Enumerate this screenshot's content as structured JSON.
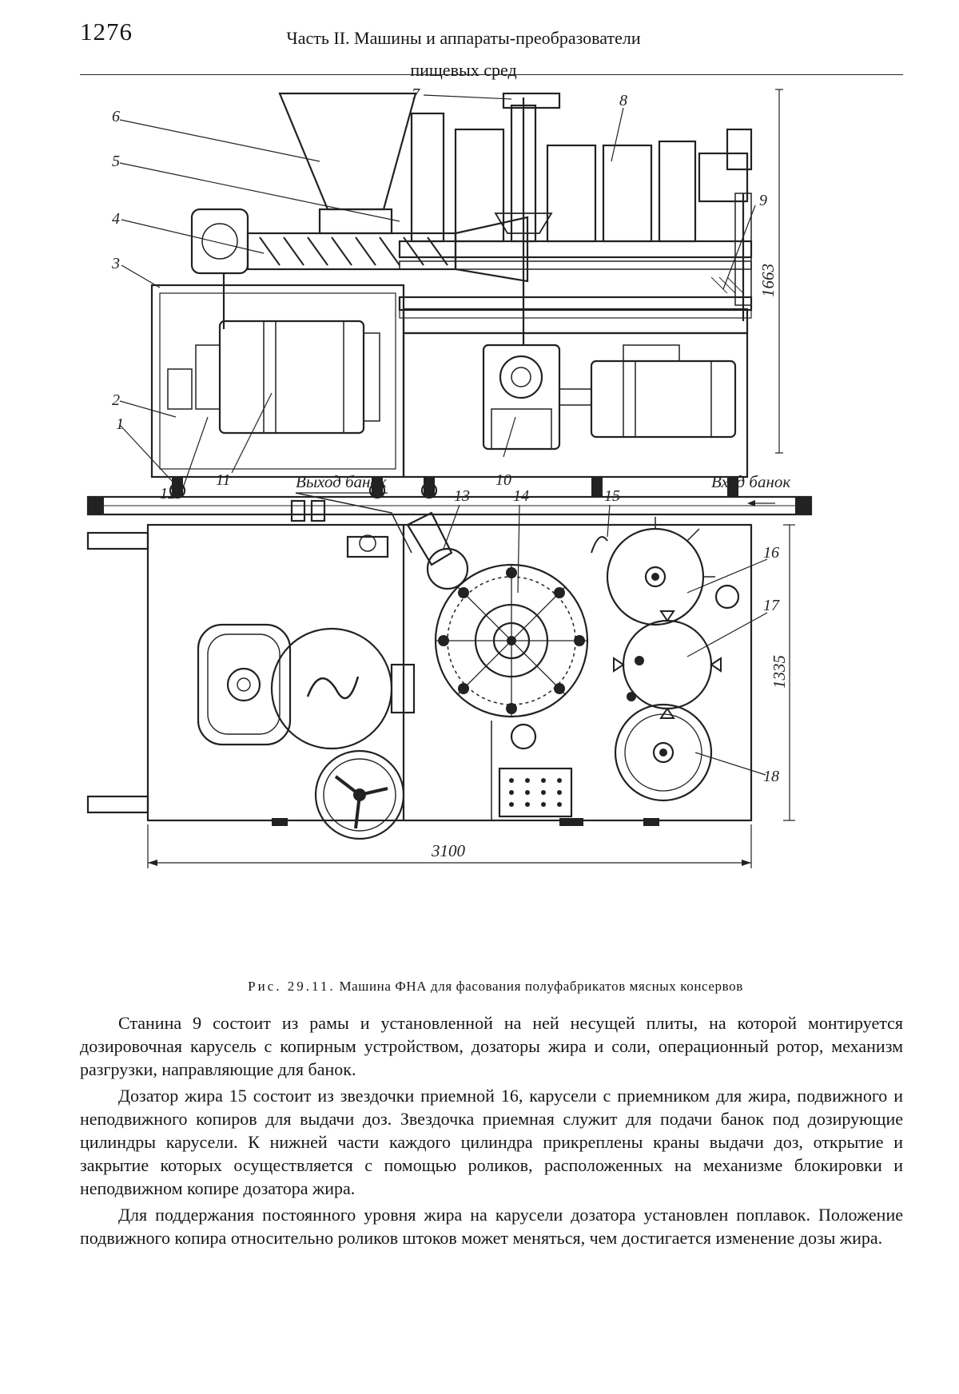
{
  "header": {
    "page_number": "1276",
    "running_head_line1": "Часть II. Машины и аппараты-преобразователи",
    "running_head_line2": "пищевых сред"
  },
  "figure": {
    "callouts": [
      "1",
      "2",
      "3",
      "4",
      "5",
      "6",
      "7",
      "8",
      "9",
      "10",
      "11",
      "12",
      "13",
      "14",
      "15",
      "16",
      "17",
      "18"
    ],
    "dim_height": "1663",
    "dim_depth": "1335",
    "dim_length": "3100",
    "label_exit": "Выход банок",
    "label_entry": "Вход банок",
    "caption_label": "Рис. 29.11.",
    "caption_text": "Машина ФНА для фасования полуфабрикатов мясных консервов"
  },
  "body": {
    "paragraphs": [
      "Станина 9 состоит из рамы и установленной на ней несущей плиты, на которой монтируется дозировочная карусель с копирным устройством, дозаторы жира и соли, операционный ротор, механизм разгрузки, направляющие для банок.",
      "Дозатор жира 15 состоит из звездочки приемной 16, карусели с приемником для жира, подвижного и неподвижного копиров для выдачи доз. Звездочка приемная служит для подачи банок под дозирующие цилиндры карусели. К нижней части каждого цилиндра прикреплены краны выдачи доз, открытие и закрытие которых осуществляется с помощью роликов, расположенных на механизме блокировки и неподвижном копире дозатора жира.",
      "Для поддержания постоянного уровня жира на карусели дозатора установлен поплавок. Положение подвижного копира относительно роликов штоков может меняться, чем достигается изменение дозы жира."
    ]
  }
}
